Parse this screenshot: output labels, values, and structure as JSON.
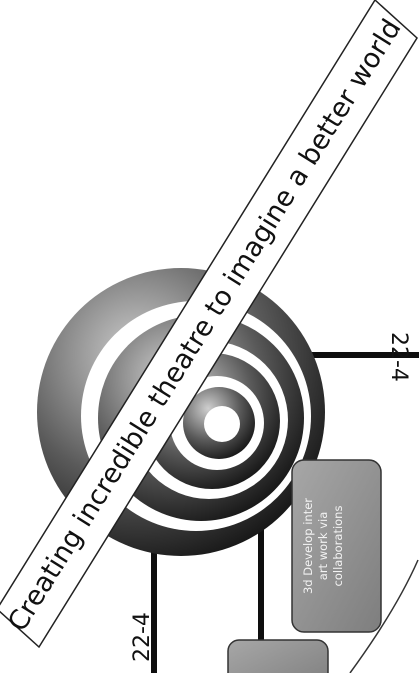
{
  "banner": {
    "tagline": "Creating incredible theatre to imagine a better world"
  },
  "timeline": {
    "year_left": "22-4",
    "year_right": "22-4"
  },
  "boxes": {
    "develop": {
      "line1": "3d Develop inter",
      "line2": "art work via",
      "line3": "collaborations"
    }
  },
  "colors": {
    "ink": "#111111",
    "box_fill": "#8f8f8f",
    "box_stroke": "#333333",
    "banner_fill": "#ffffff"
  }
}
